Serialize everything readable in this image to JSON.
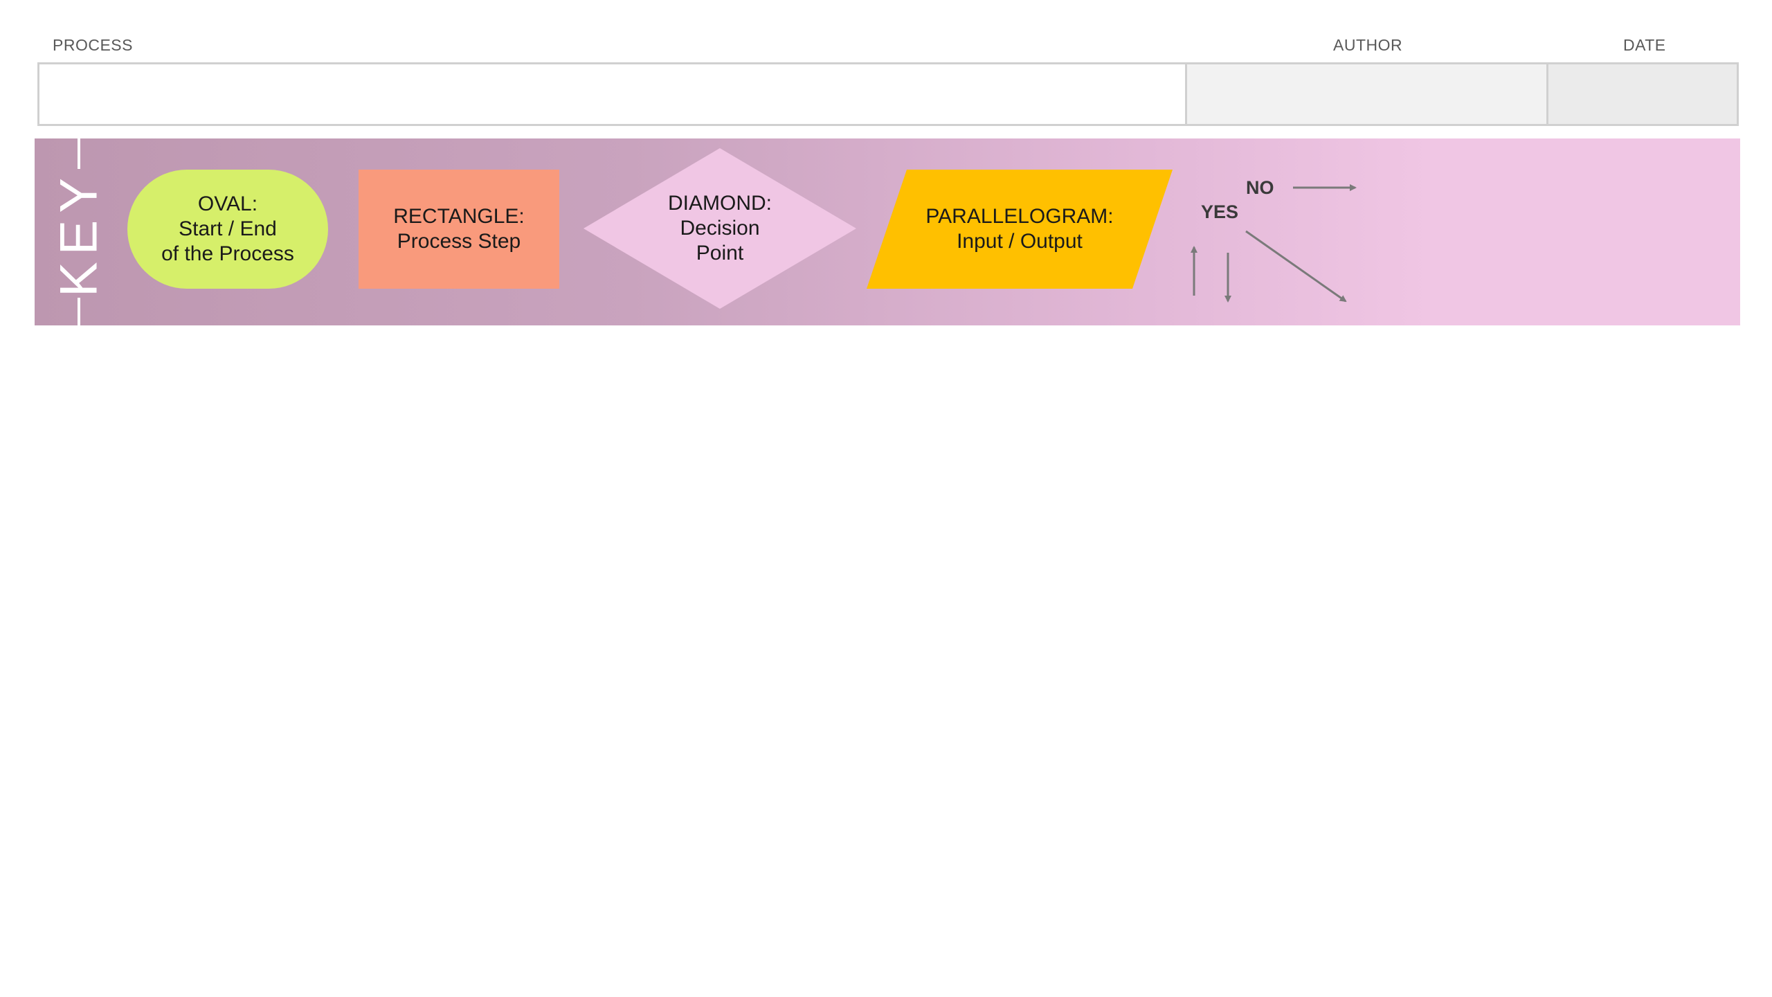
{
  "header": {
    "process_label": "PROCESS",
    "author_label": "AUTHOR",
    "date_label": "DATE",
    "process_value": "",
    "author_value": "",
    "date_value": ""
  },
  "key": {
    "title": "KEY",
    "oval": {
      "lines": [
        "OVAL:",
        "Start / End",
        "of the Process"
      ],
      "color": "#d6ef6a"
    },
    "rectangle": {
      "lines": [
        "RECTANGLE:",
        "Process Step"
      ],
      "color": "#f99a7c"
    },
    "diamond": {
      "lines": [
        "DIAMOND:",
        "Decision",
        "Point"
      ],
      "color": "#f0c6e4"
    },
    "parallelogram": {
      "lines": [
        "PARALLELOGRAM:",
        "Input / Output"
      ],
      "color": "#ffc000"
    },
    "connectors": {
      "yes_label": "YES",
      "no_label": "NO",
      "arrow_color": "#7a7a7a"
    }
  },
  "colors": {
    "band_start": "#bd97b0",
    "band_end": "#f0c6e4",
    "field_border": "#d0d0d0"
  }
}
